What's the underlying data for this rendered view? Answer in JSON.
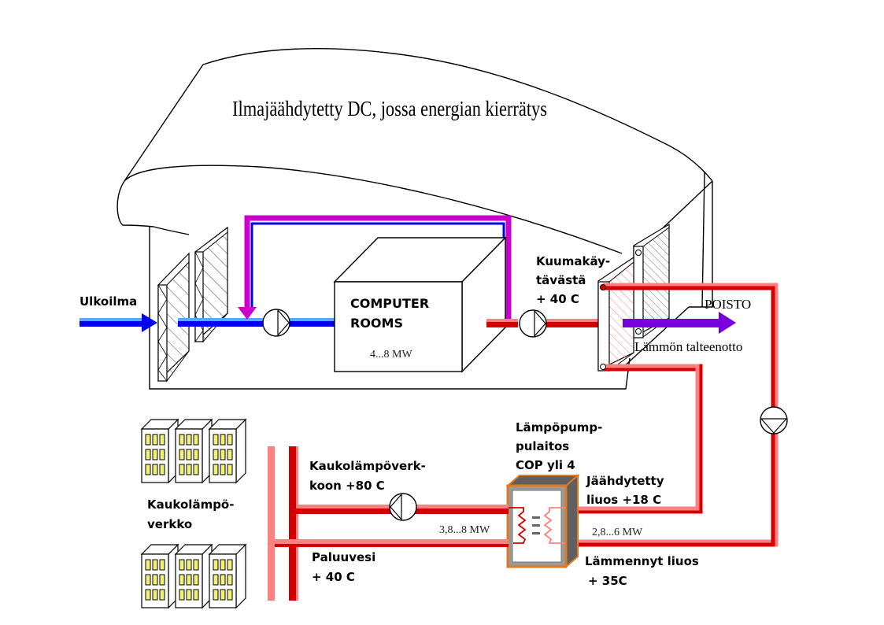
{
  "title": "Ilmajäähdytetty DC, jossa energian kierrätys",
  "labels": {
    "outdoor_air": "Ulkoilma",
    "computer_rooms_line1": "COMPUTER",
    "computer_rooms_line2": "ROOMS",
    "computer_rooms_power": "4...8 MW",
    "hot_exhaust_line1": "Kuumakäy-",
    "hot_exhaust_line2": "tävästä",
    "hot_exhaust_line3": "+ 40 C",
    "exhaust": "POISTO",
    "heat_recovery": "Lämmön talteenotto",
    "heat_pump_line1": "Lämpöpump-",
    "heat_pump_line2": "pulaitos",
    "heat_pump_line3": "COP yli 4",
    "cooled_solution_line1": "Jäähdytetty",
    "cooled_solution_line2": "liuos +18 C",
    "recovery_power": "2,8...6 MW",
    "warmed_solution_line1": "Lämmennyt liuos",
    "warmed_solution_line2": "+ 35C",
    "dh_supply_line1": "Kaukolämpöverk-",
    "dh_supply_line2": "koon +80 C",
    "dh_power": "3,8...8 MW",
    "return_water_line1": "Paluuvesi",
    "return_water_line2": "+ 40 C",
    "dh_network_line1": "Kaukolämpö-",
    "dh_network_line2": "verkko"
  },
  "colors": {
    "cold_air": "#0000ee",
    "cold_air_light": "#55aaff",
    "recirculation": "#cc00cc",
    "hot": "#d40000",
    "hot_light": "#ff8080",
    "exhaust_arrow": "#7700dd",
    "heat_pump_frame": "#e07820",
    "heat_pump_shade": "#606060",
    "window": "#f5f07a"
  },
  "icons": [
    "pump-icon",
    "filter-icon",
    "heat-exchanger-icon",
    "heat-pump-icon",
    "building-icon"
  ]
}
